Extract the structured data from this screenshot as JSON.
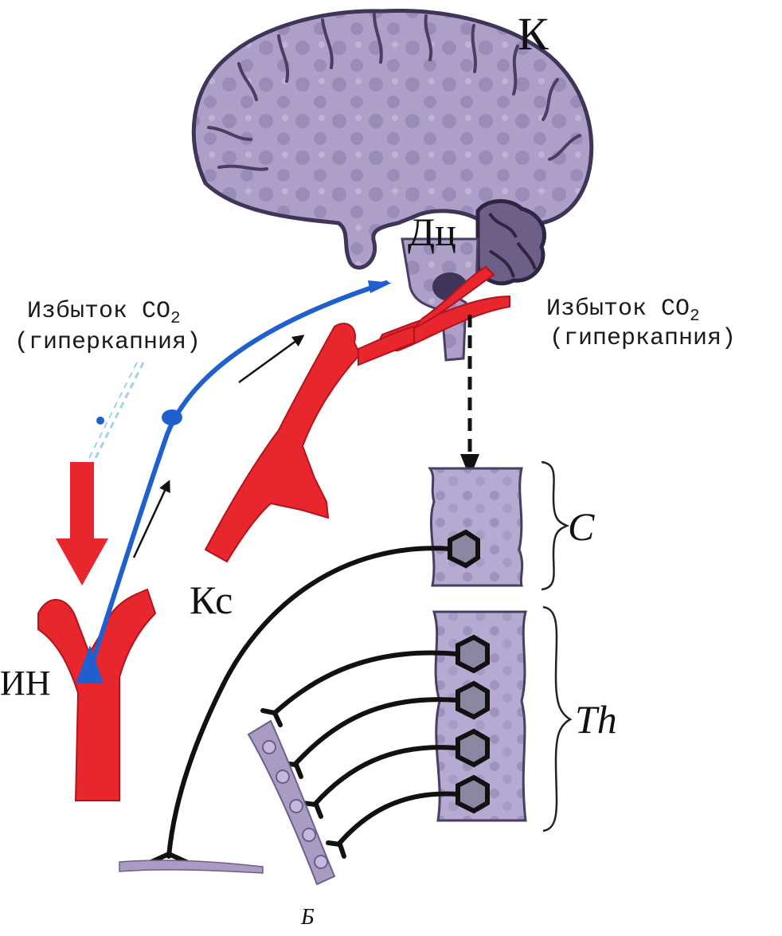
{
  "labels": {
    "cortex": "К",
    "medulla_center": "Дц",
    "excess_co2_right": "Избыток CO",
    "hypercapnia_right": "(гиперкапния)",
    "excess_co2_left": "Избыток CO",
    "hypercapnia_left": "(гиперкапния)",
    "co2_subscript": "2",
    "carotid_sinus": "Кс",
    "innominate": "ИН",
    "cervical": "С",
    "thoracic": "Th",
    "figure_letter": "Б"
  },
  "colors": {
    "brain_fill": "#a99bc4",
    "brain_outline": "#4a3f63",
    "brain_spots": "#8c7fab",
    "artery": "#e8262e",
    "artery_dark": "#b3141c",
    "afferent": "#1f5fd0",
    "efferent": "#111111",
    "dashed_faint": "#9fd3e8",
    "cord_fill": "#b3a6cf",
    "neuron_fill": "#8d86a0"
  }
}
